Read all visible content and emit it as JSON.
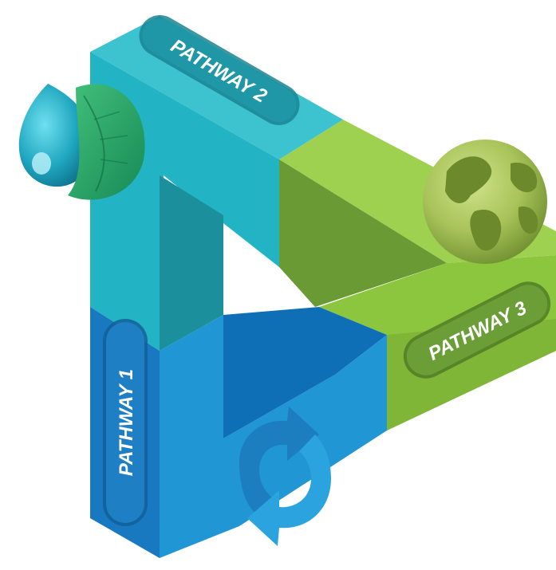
{
  "diagram": {
    "pathways": [
      {
        "label": "PATHWAY 1",
        "theme": "blue"
      },
      {
        "label": "PATHWAY 2",
        "theme": "teal"
      },
      {
        "label": "PATHWAY 3",
        "theme": "green"
      }
    ],
    "icons": [
      "water-leaf-icon",
      "globe-icon",
      "recycle-arrows-icon"
    ],
    "colors": {
      "blue_light": "#2196d4",
      "blue_dark": "#0f6fb6",
      "blue_mid": "#1a83c8",
      "teal_light": "#22b3c4",
      "teal_dark": "#1b8f9c",
      "teal_top": "#3cc3cf",
      "green_light": "#8cc63f",
      "green_dark": "#5e8f2a",
      "green_top": "#a6d65a",
      "pill_blue": "#1e7fc4",
      "pill_teal": "#1f97a6",
      "pill_green": "#6c9e37"
    }
  }
}
